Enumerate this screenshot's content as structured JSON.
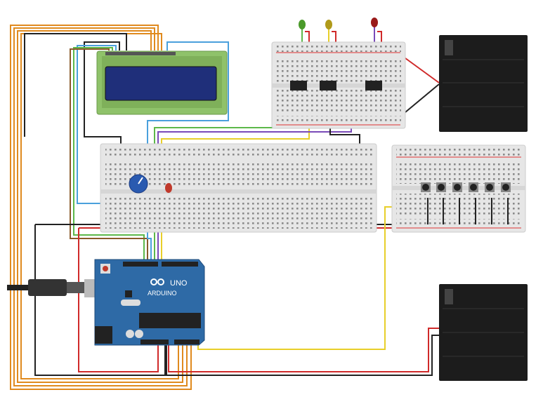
{
  "canvas": {
    "background": "#ffffff"
  },
  "arduino": {
    "model_text": "UNO",
    "brand_text": "ARDUINO",
    "board_color": "#2e6aa6"
  },
  "lcd": {
    "board_color": "#8fc26a",
    "screen_color": "#1f2f7a"
  },
  "breadboard": {
    "color": "#e6e6e6",
    "rail_red": "#d33",
    "rail_blue": "#333"
  },
  "battery": {
    "color": "#1c1c1c"
  },
  "leds": [
    {
      "color": "#4a9a2a"
    },
    {
      "color": "#b09a1a"
    },
    {
      "color": "#9a1a1a"
    },
    {
      "color": "#c0392b"
    }
  ],
  "pushbuttons": {
    "count": 6
  },
  "wire_colors": {
    "orange": "#e08a1e",
    "red": "#d02a2a",
    "black": "#222222",
    "yellow": "#e8cf2a",
    "green": "#5cb84a",
    "blue": "#4aa0dc",
    "purple": "#7a4ab8",
    "brown": "#8a5a2a"
  }
}
